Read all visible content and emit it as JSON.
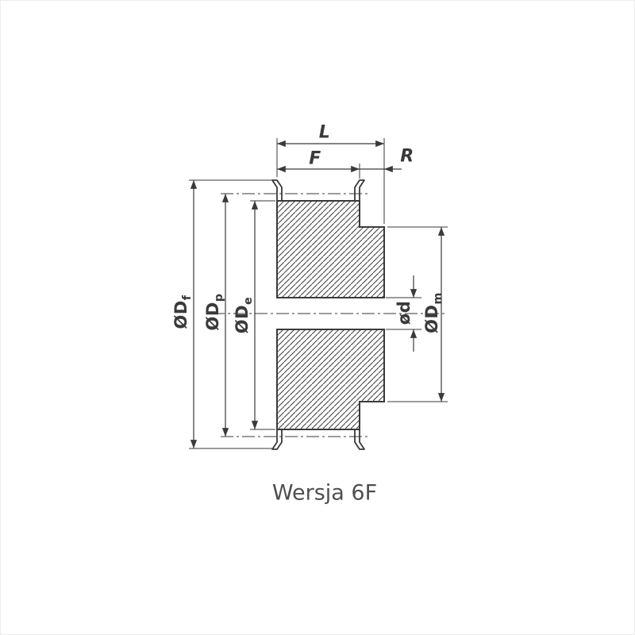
{
  "caption": "Wersja 6F",
  "dimensions": {
    "L": {
      "label": "L"
    },
    "F": {
      "label": "F"
    },
    "R": {
      "label": "R"
    },
    "Df": {
      "main": "ØD",
      "sub": "f"
    },
    "Dp": {
      "main": "ØD",
      "sub": "p"
    },
    "De": {
      "main": "ØD",
      "sub": "e"
    },
    "d": {
      "main": "ød"
    },
    "Dm": {
      "main": "ØD",
      "sub": "m"
    }
  },
  "colors": {
    "line": "#3a3a3a",
    "caption": "#4f4f4f",
    "background": "#ffffff",
    "border": "#ececec"
  }
}
